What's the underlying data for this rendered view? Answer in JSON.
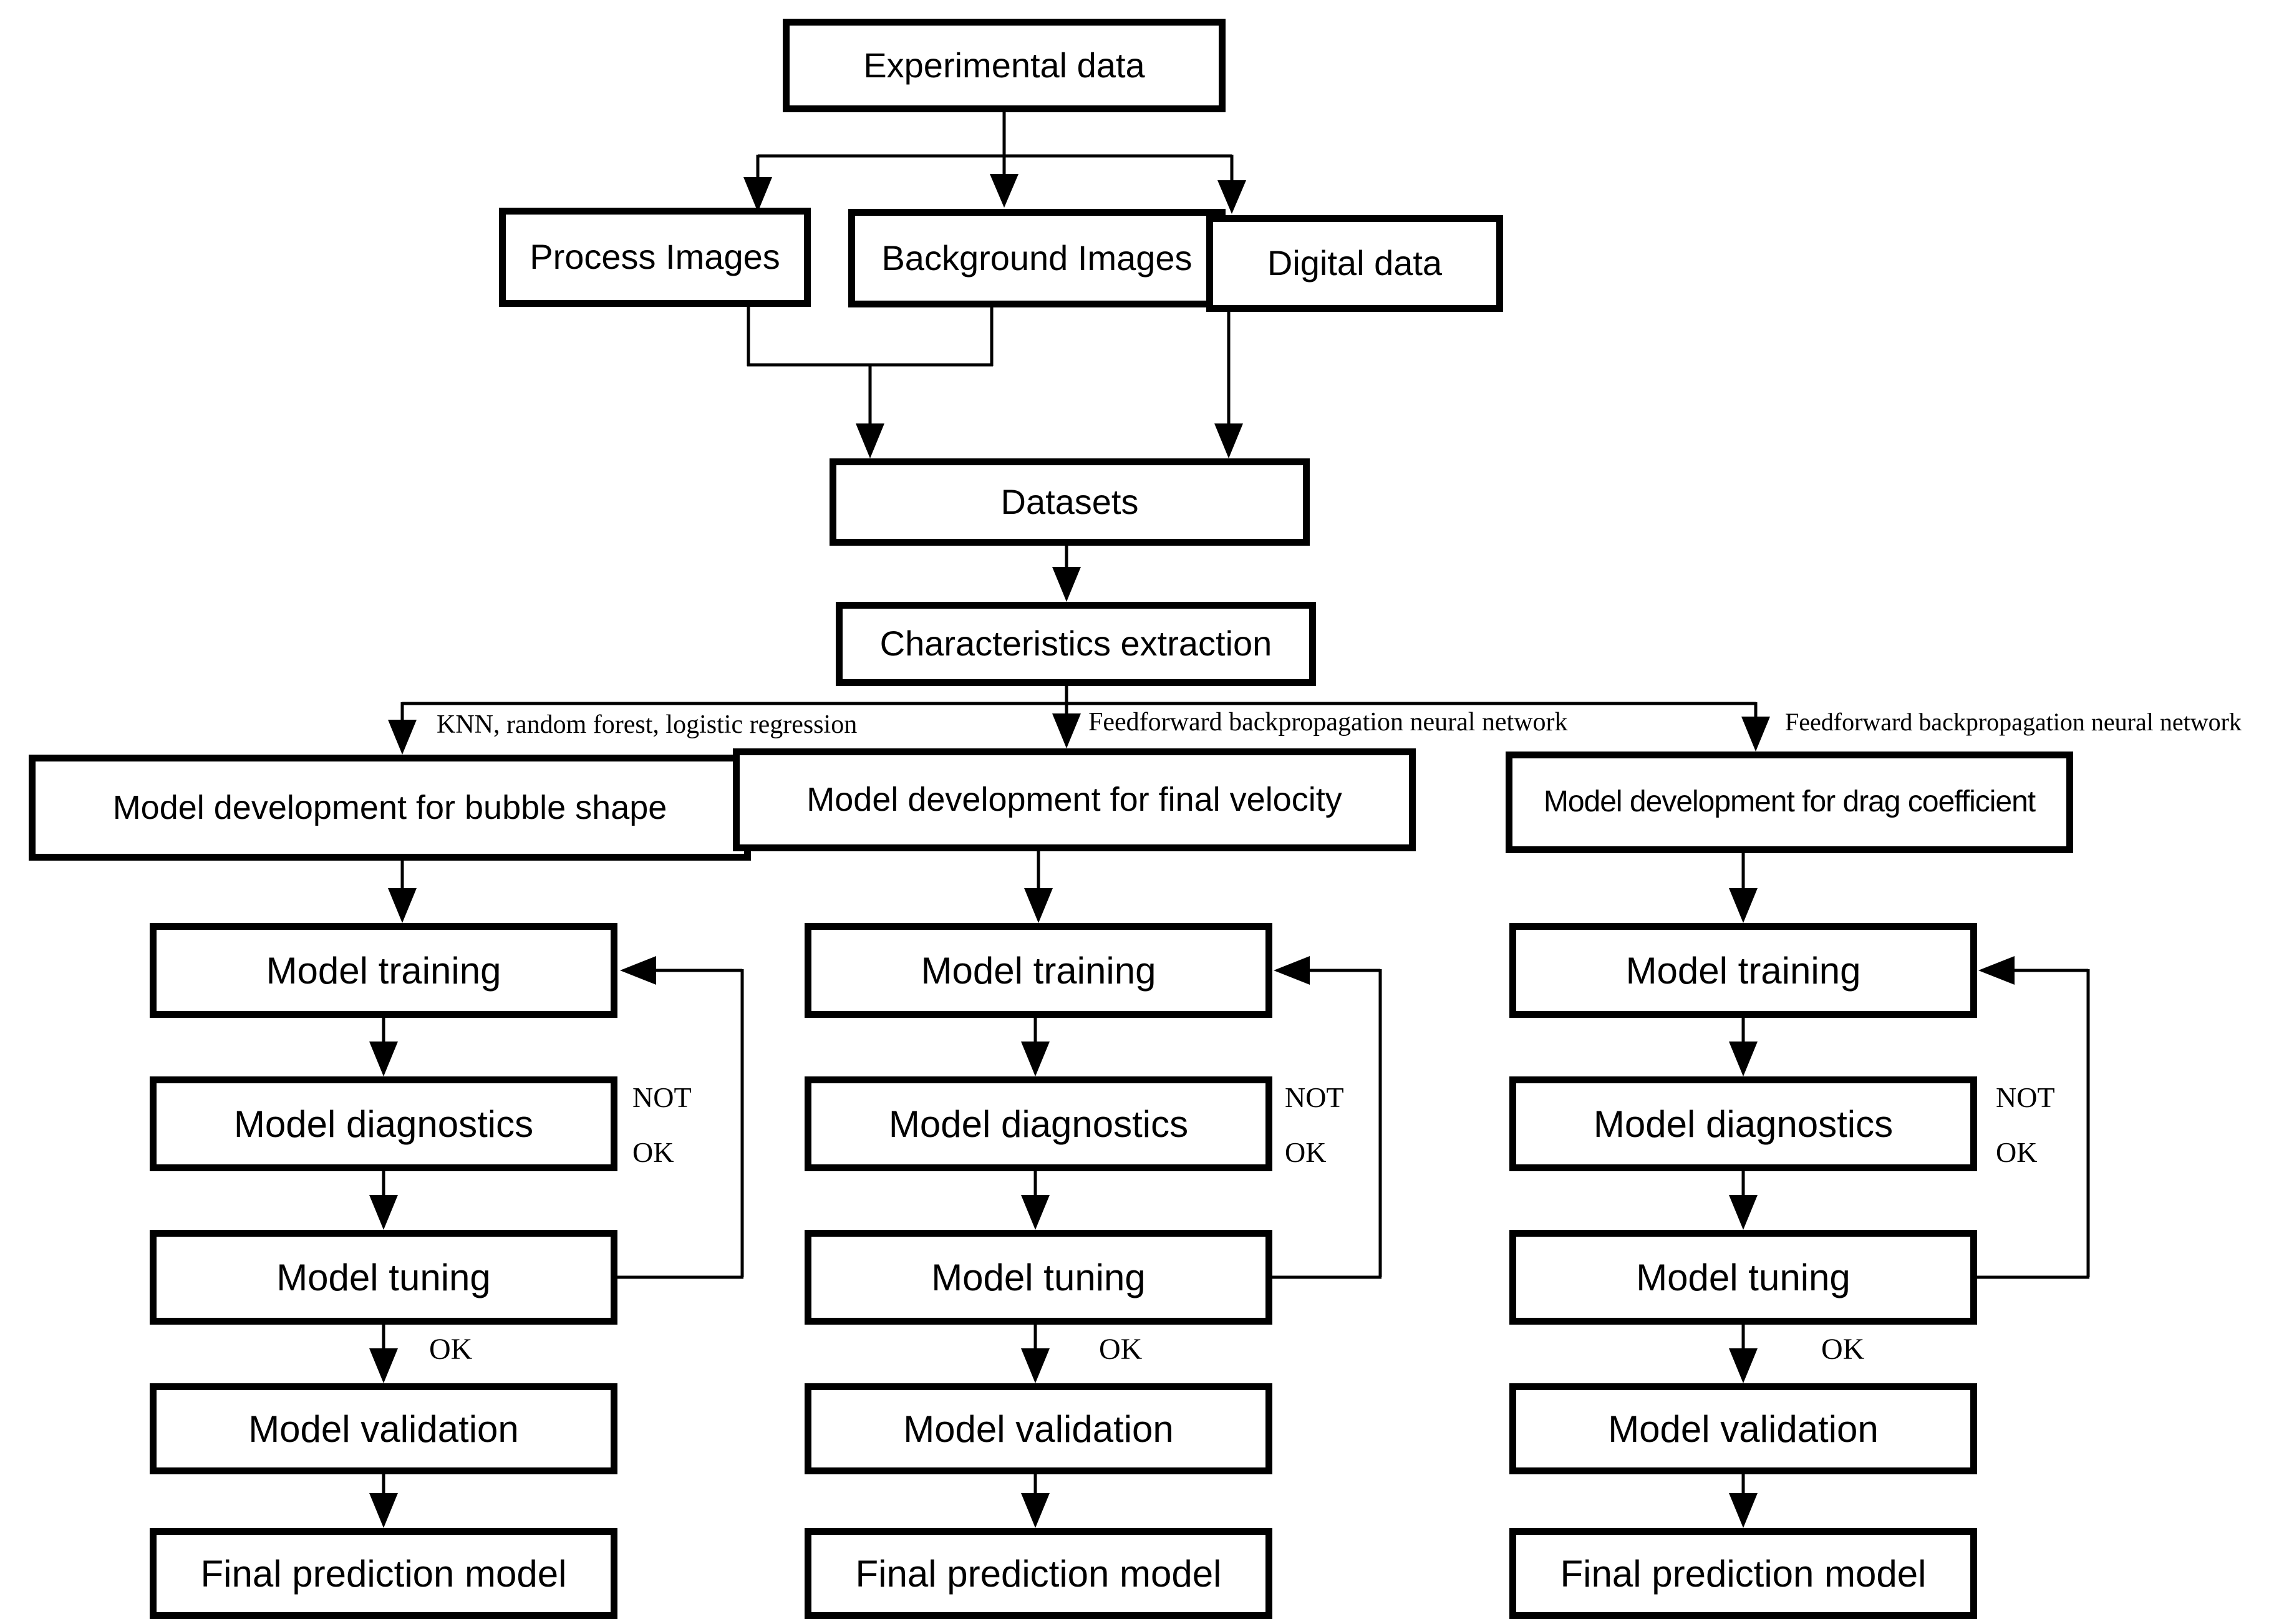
{
  "page": {
    "background": "#ffffff",
    "ink_color": "#000000"
  },
  "flowchart": {
    "root": {
      "label": "Experimental data"
    },
    "sources": [
      {
        "label": "Process Images"
      },
      {
        "label": "Background Images"
      },
      {
        "label": "Digital data"
      }
    ],
    "datasets": {
      "label": "Datasets"
    },
    "extraction": {
      "label": "Characteristics extraction"
    },
    "branches": [
      {
        "method": "KNN, random forest, logistic regression",
        "development": "Model development for bubble shape"
      },
      {
        "method": "Feedforward backpropagation neural network",
        "development": "Model development for final velocity"
      },
      {
        "method": "Feedforward backpropagation neural network",
        "development": "Model development for drag coefficient"
      }
    ],
    "pipeline_steps": [
      {
        "label": "Model training"
      },
      {
        "label": "Model diagnostics"
      },
      {
        "label": "Model tuning"
      },
      {
        "label": "Model validation"
      },
      {
        "label": "Final prediction model"
      }
    ],
    "decisions": {
      "not_ok_line1": "NOT",
      "not_ok_line2": "OK",
      "ok": "OK"
    }
  }
}
